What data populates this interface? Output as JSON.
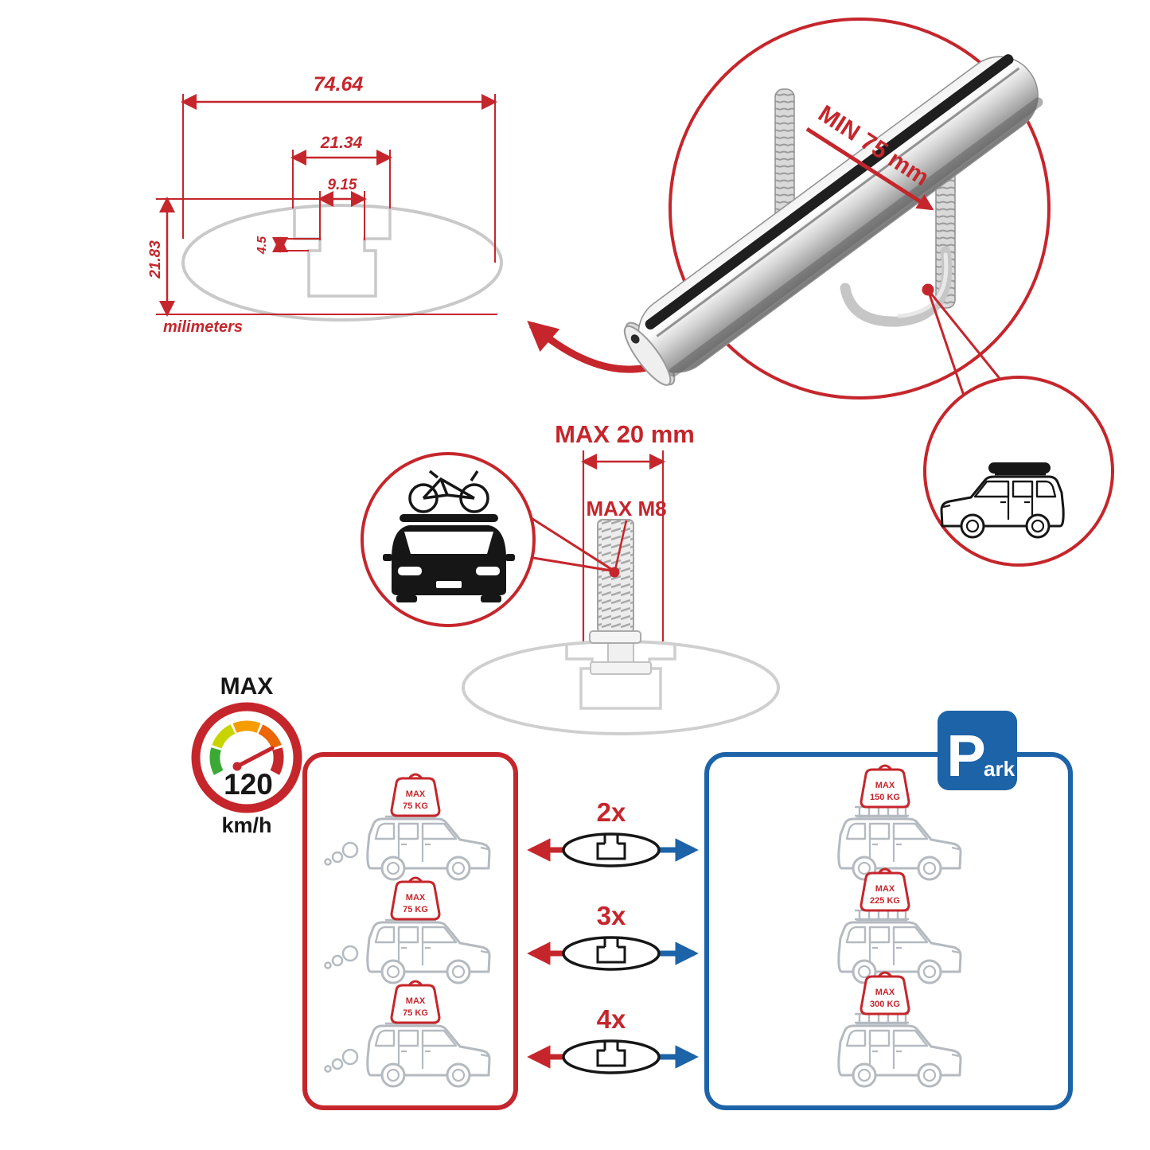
{
  "colors": {
    "red": "#c5262c",
    "blue": "#1c63a8",
    "profile_gray": "#c9c9c9",
    "car_gray": "#b4bac0",
    "dark": "#161616"
  },
  "cross_section": {
    "overall_width": "74.64",
    "channel_width": "21.34",
    "slot_width": "9.15",
    "slot_depth": "4.5",
    "overall_height": "21.83",
    "units": "milimeters"
  },
  "bar_callout": {
    "min_spacing": "MIN 75 mm"
  },
  "bolt_callout": {
    "max_length": "MAX 20 mm",
    "max_thread": "MAX M8"
  },
  "speedometer": {
    "label": "MAX",
    "value": "120",
    "units": "km/h"
  },
  "parking_sign": {
    "letter": "P",
    "rest": "ark"
  },
  "comparison": {
    "tag_label": "MAX",
    "driving": [
      {
        "load": "75 KG"
      },
      {
        "load": "75 KG"
      },
      {
        "load": "75 KG"
      }
    ],
    "parked": [
      {
        "load": "150 KG"
      },
      {
        "load": "225 KG"
      },
      {
        "load": "300 KG"
      }
    ],
    "multipliers": [
      "2x",
      "3x",
      "4x"
    ]
  }
}
